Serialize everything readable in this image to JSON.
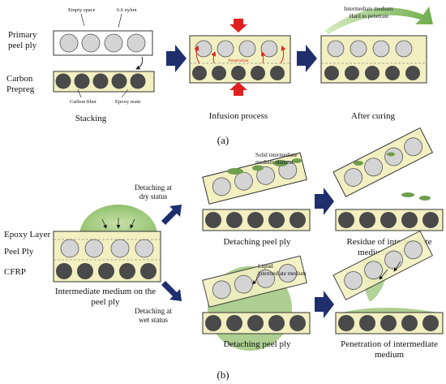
{
  "panel_a": {
    "label": "(a)",
    "stacking": {
      "primary_peel_ply": [
        "Primary",
        "peel ply"
      ],
      "empty_space": "Empty space",
      "nylon": "6.6 nylon",
      "carbon_prepreg": [
        "Carbon",
        "Prepreg"
      ],
      "carbon_fiber": "Carbon fiber",
      "epoxy_resin": "Epoxy resin",
      "caption": "Stacking"
    },
    "infusion": {
      "penetration": "Penetration",
      "caption": "Infusion process"
    },
    "after_curing": {
      "intermediate_medium": [
        "Intermediate medium:",
        "Hard to penetrate"
      ],
      "caption": "After curing"
    }
  },
  "panel_b": {
    "label": "(b)",
    "left": {
      "epoxy_layer": "Epoxy Layer",
      "peel_ply": "Peel Ply",
      "cfrp": "CFRP",
      "caption": [
        "Intermediate medium on the",
        "peel ply"
      ]
    },
    "dry": {
      "branch": [
        "Detaching at",
        "dry status"
      ],
      "solid_medium": [
        "Solid intermediate",
        "medium element"
      ],
      "caption_detach": "Detaching peel ply",
      "caption_residue": [
        "Residue of intermediate",
        "medium elements"
      ]
    },
    "wet": {
      "branch": [
        "Detaching at",
        "wet status"
      ],
      "liquid_medium": [
        "Liquid",
        "intermediate medium"
      ],
      "caption_detach": "Detaching peel ply",
      "caption_penetration": [
        "Penetration of intermediate",
        "medium"
      ]
    }
  },
  "colors": {
    "ply_fill": "#f2f0c0",
    "nylon_fill": "#d4d4d4",
    "fiber_fill": "#4a4a4a",
    "arrow_navy": "#1f2f6e",
    "arrow_red": "#e02020",
    "medium_green": "#9fc77e"
  }
}
